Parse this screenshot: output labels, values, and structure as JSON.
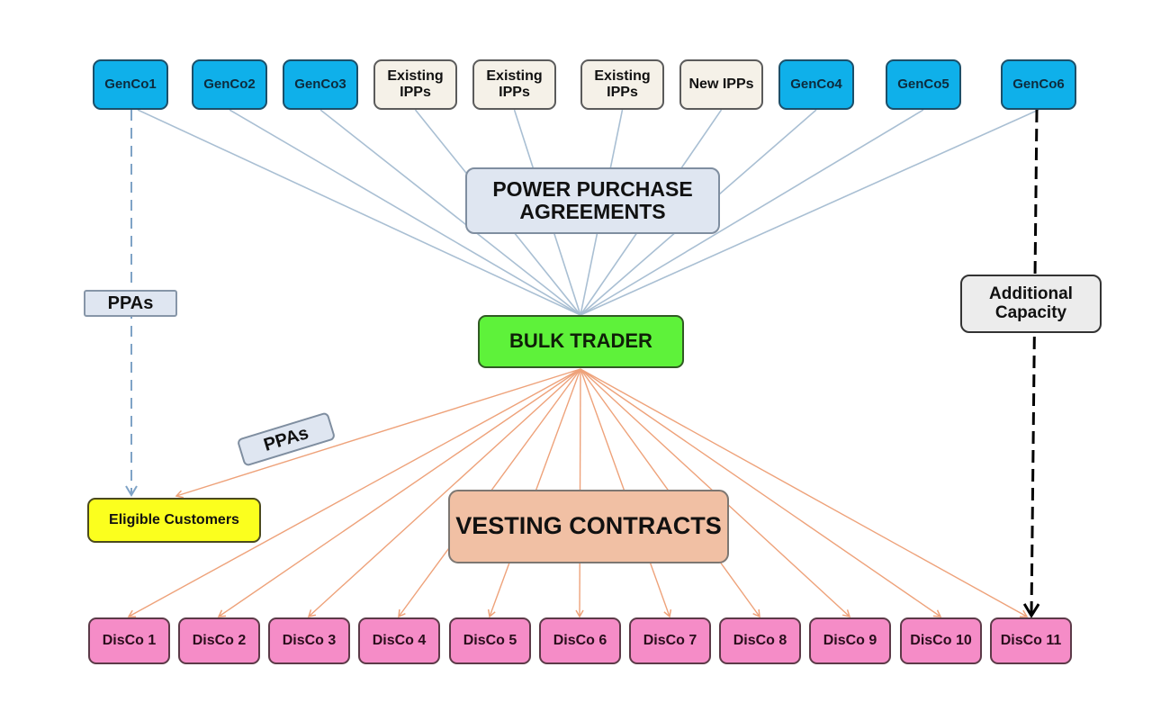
{
  "diagram": {
    "generators": [
      {
        "label": "GenCo1",
        "type": "genco"
      },
      {
        "label": "GenCo2",
        "type": "genco"
      },
      {
        "label": "GenCo3",
        "type": "genco"
      },
      {
        "label": "Existing IPPs",
        "type": "ipp"
      },
      {
        "label": "Existing IPPs",
        "type": "ipp"
      },
      {
        "label": "Existing IPPs",
        "type": "ipp"
      },
      {
        "label": "New IPPs",
        "type": "ipp"
      },
      {
        "label": "GenCo4",
        "type": "genco"
      },
      {
        "label": "GenCo5",
        "type": "genco"
      },
      {
        "label": "GenCo6",
        "type": "genco"
      }
    ],
    "ppa_box": "POWER PURCHASE AGREEMENTS",
    "bulk_trader": "BULK TRADER",
    "vesting_contracts": "VESTING CONTRACTS",
    "eligible_customers": "Eligible Customers",
    "additional_capacity": "Additional Capacity",
    "ppas_label_left": "PPAs",
    "ppas_label_diagonal": "PPAs",
    "distributors": [
      "DisCo 1",
      "DisCo 2",
      "DisCo 3",
      "DisCo 4",
      "DisCo 5",
      "DisCo 6",
      "DisCo 7",
      "DisCo 8",
      "DisCo 9",
      "DisCo 10",
      "DisCo 11"
    ],
    "colors": {
      "genco": "#0fb0ea",
      "ipp": "#f5f1e8",
      "ppa_link": "#a9bfd3",
      "vesting_link": "#eea27a",
      "bulk_trader": "#5ef23a",
      "disco": "#f58cc7",
      "eligible": "#fbff1e",
      "vesting_box": "#f1c0a4",
      "ppa_box": "#dfe6f1"
    }
  }
}
